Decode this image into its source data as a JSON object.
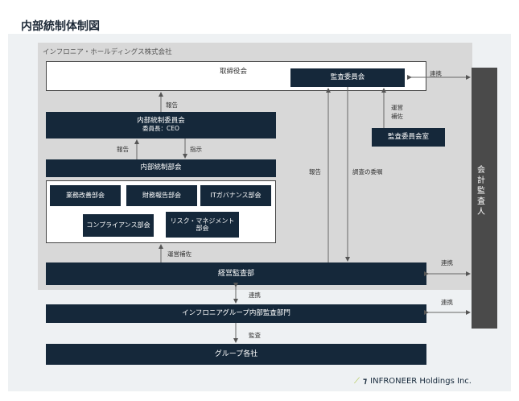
{
  "title": "内部統制体制図",
  "company_label": "インフロニア・ホールディングス株式会社",
  "boxes": {
    "board": "取締役会",
    "audit_committee": "監査委員会",
    "audit_committee_office": "監査委員会室",
    "ic_committee": "内部統制委員会",
    "ic_committee_chair": "委員長：CEO",
    "ic_subcommittee": "内部統制部会",
    "sub_business": "業務改善部会",
    "sub_finance": "財務報告部会",
    "sub_it": "ITガバナンス部会",
    "sub_compliance": "コンプライアンス部会",
    "sub_risk": "リスク・マネジメント\n部会",
    "internal_audit": "経営監査部",
    "group_audit": "インフロニアグループ内部監査部門",
    "group_companies": "グループ各社",
    "accounting_auditor": "会計監査人"
  },
  "labels": {
    "report_1": "報告",
    "report_2": "報告",
    "instruct": "指示",
    "report_3": "報告",
    "investigation": "調査の委嘱",
    "support_1": "運営\n補佐",
    "support_2": "運営補佐",
    "coop_1": "連携",
    "coop_2": "連携",
    "coop_3": "連携",
    "coop_4": "連携",
    "audit": "監査"
  },
  "logo": {
    "mark": "⟋",
    "mark2": "⁊",
    "text": "INFRONEER Holdings Inc."
  },
  "colors": {
    "navy": "#15283a",
    "gray": "#4a4a4a",
    "company_bg": "#d8d8d8",
    "panel_bg": "#eef1f3",
    "logo_accent": "#a8c23a"
  }
}
